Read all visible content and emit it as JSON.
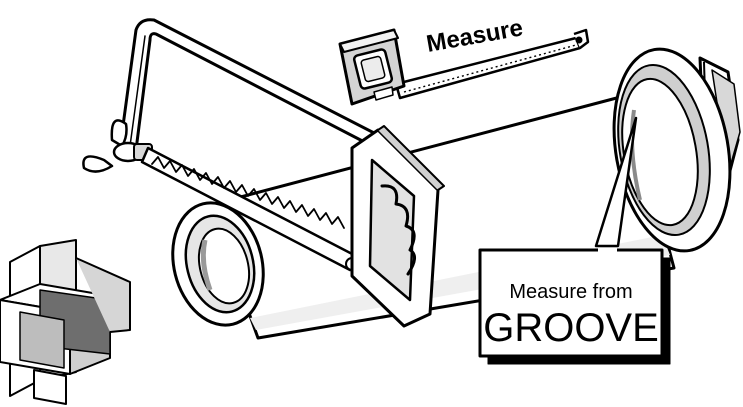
{
  "labels": {
    "tape_measure": "Measure",
    "callout_line1": "Measure from",
    "callout_line2": "GROOVE"
  },
  "colors": {
    "ink": "#000000",
    "paper": "#ffffff",
    "light_gray": "#e3e3e3",
    "mid_gray": "#bdbdbd",
    "dark_gray": "#6e6e6e"
  },
  "icons": {
    "hacksaw": "hacksaw-icon",
    "tape_measure": "tape-measure-icon",
    "pipe": "pipe-icon",
    "fitting": "pipe-fitting-icon",
    "miter_guide": "miter-guide-icon"
  }
}
